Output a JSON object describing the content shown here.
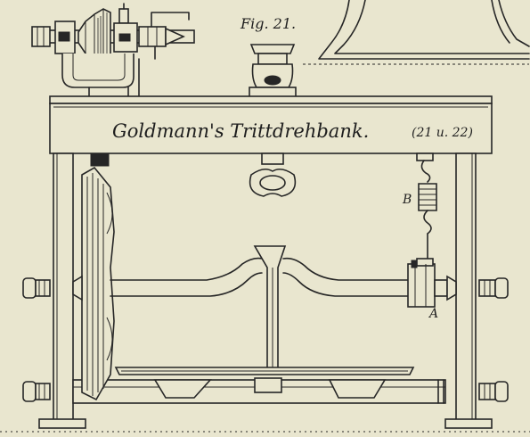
{
  "figure": {
    "number_label": "Fig. 21.",
    "title": "Goldmann's Trittdrehbank.",
    "reference": "(21 u. 22)"
  },
  "parts": {
    "spring_label": "B",
    "crank_label": "A"
  },
  "colors": {
    "paper": "#e9e6cf",
    "ink": "#262626"
  }
}
